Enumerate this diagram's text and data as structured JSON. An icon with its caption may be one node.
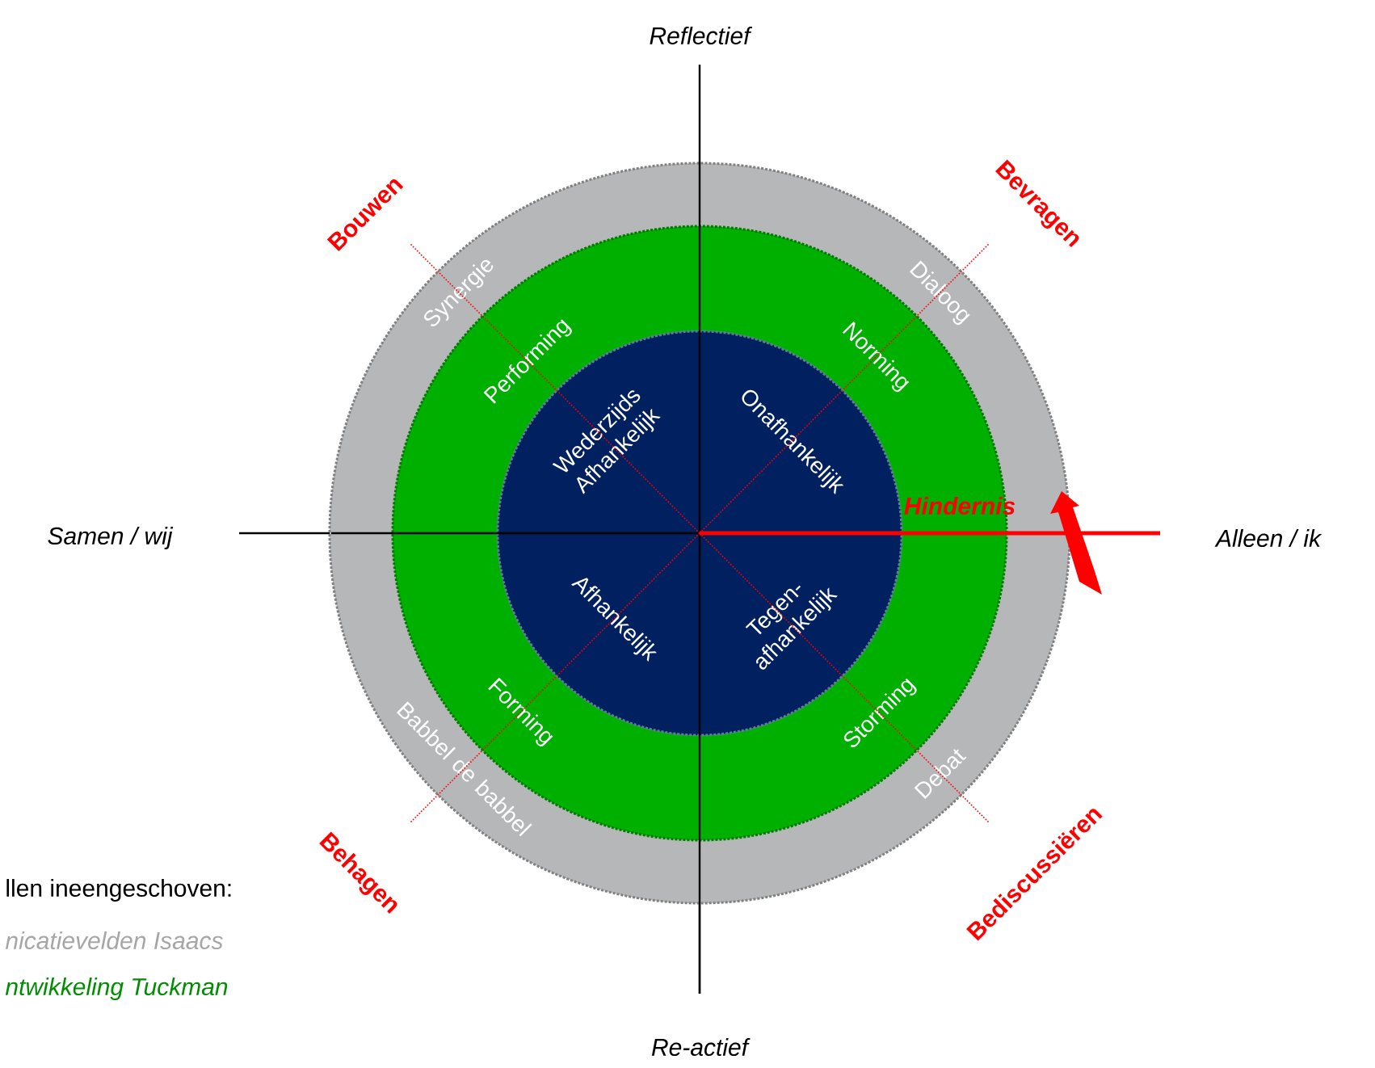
{
  "diagram": {
    "nodes": [
      {
        "text": [
          "Synergie",
          "Dialoog",
          "Babbel de babbel",
          "Debat"
        ]
      },
      {
        "text": [
          "Performing",
          "Norming",
          "Forming",
          "Storming"
        ],
        "in": 0
      },
      {
        "text": [
          "Wederzijds Afhankelijk",
          "Onafhankelijk",
          "Afhankelijk",
          "Tegen- afhankelijk"
        ],
        "in": 1
      }
    ],
    "edges": [],
    "labels": [
      "Reflectief",
      "Bouwen",
      "Bevragen",
      "Samen / wij",
      "Hindernis",
      "Alleen / ik",
      "Behagen",
      "Bediscussiëren",
      "llen ineengeschoven:",
      "nicatievelden Isaacs",
      "ntwikkeling Tuckman",
      "Re-actief"
    ]
  }
}
